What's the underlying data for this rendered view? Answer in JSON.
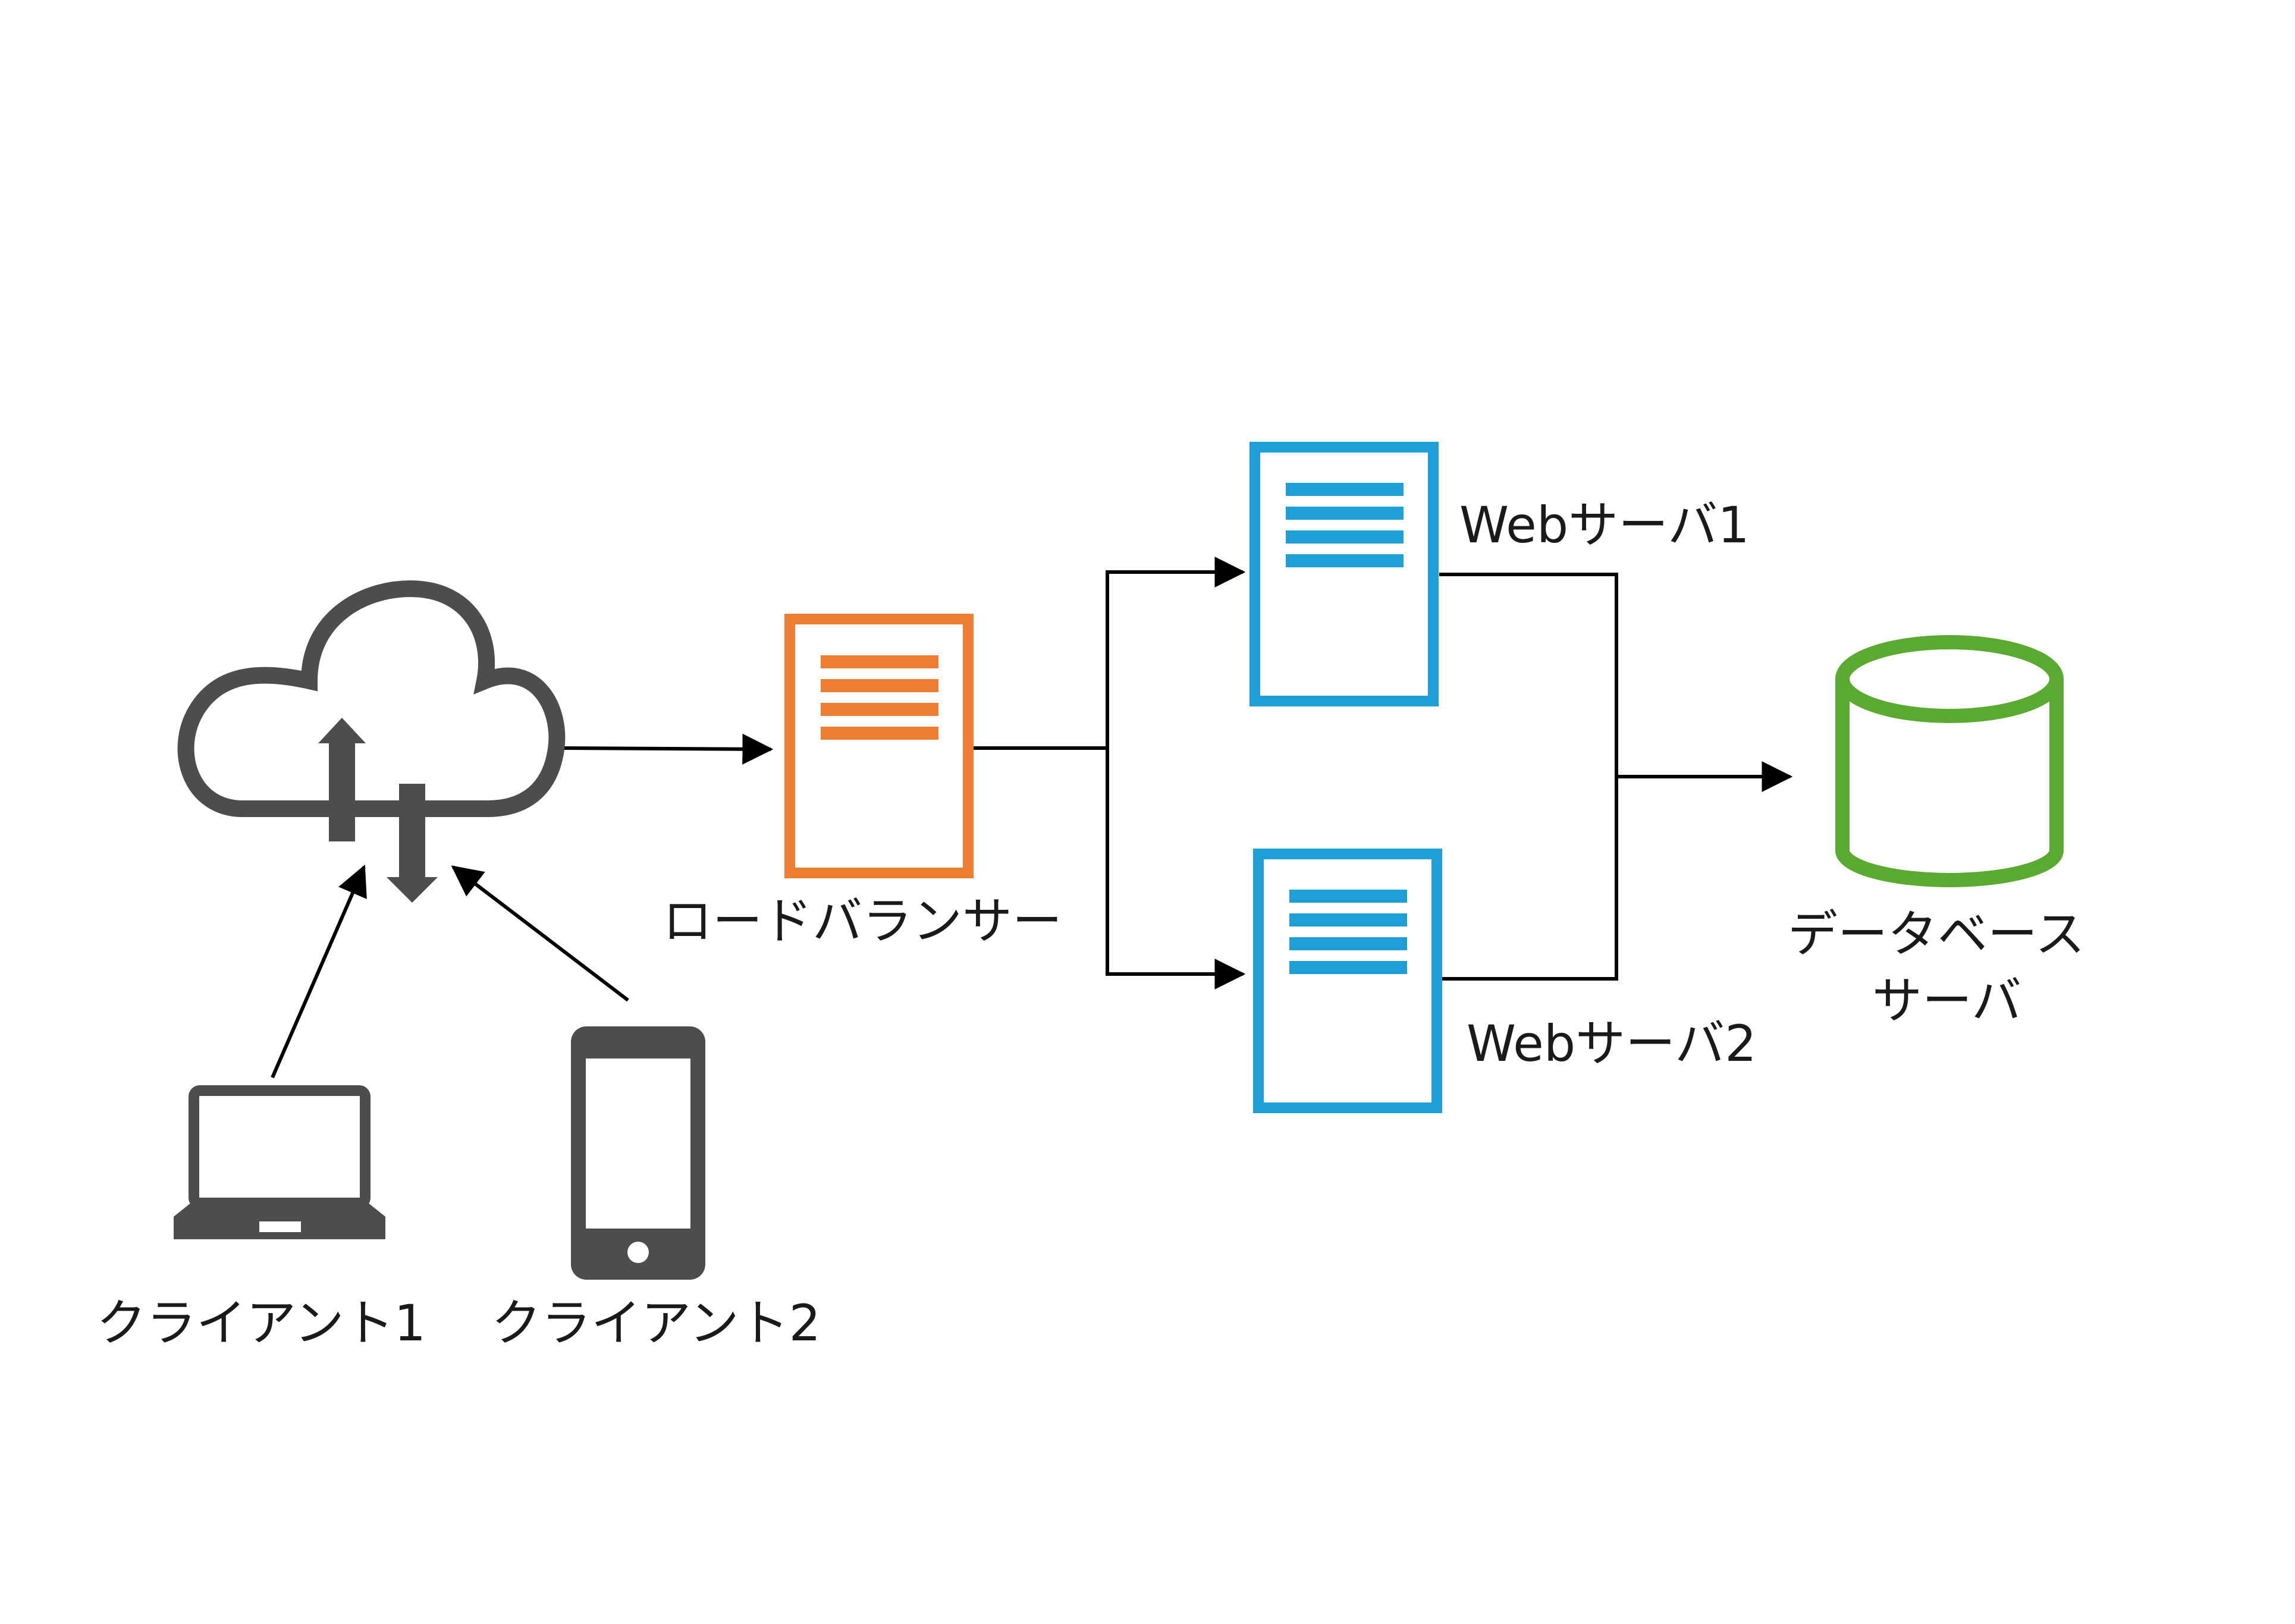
{
  "nodes": {
    "internet": {
      "icon": "cloud-upload-download-icon"
    },
    "client1": {
      "label": "クライアント1",
      "icon": "laptop-icon"
    },
    "client2": {
      "label": "クライアント2",
      "icon": "smartphone-icon"
    },
    "load_balancer": {
      "label": "ロードバランサー",
      "icon": "server-icon"
    },
    "web_server1": {
      "label": "Webサーバ1",
      "icon": "server-icon"
    },
    "web_server2": {
      "label": "Webサーバ2",
      "icon": "server-icon"
    },
    "database_server": {
      "label_line1": "データベース",
      "label_line2": "サーバ",
      "icon": "database-icon"
    }
  },
  "colors": {
    "device_gray": "#4d4d4d",
    "load_balancer": "#ed7d31",
    "web_server": "#1e9fd8",
    "database": "#5aaa32",
    "connector": "#000000",
    "label_text": "#1a1a1a"
  }
}
